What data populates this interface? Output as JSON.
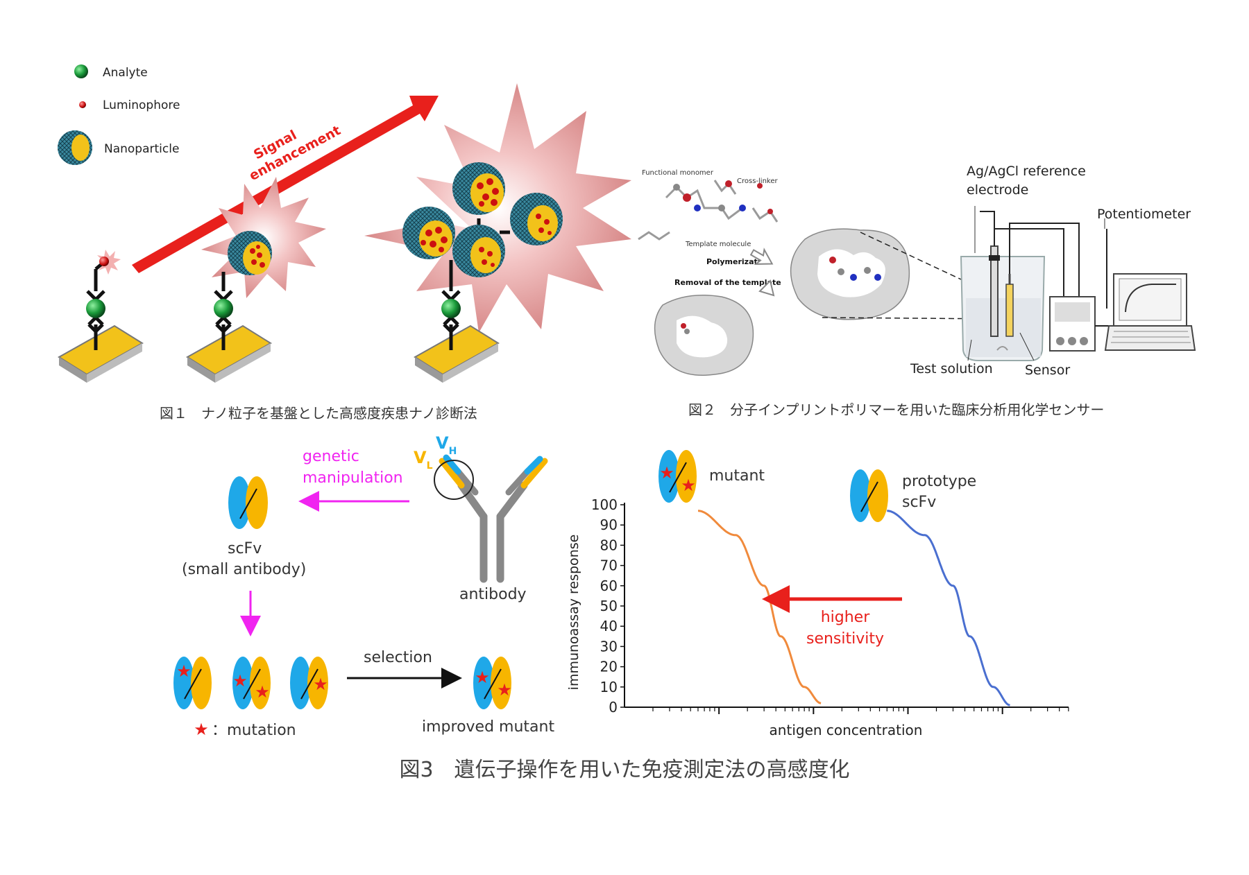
{
  "fig1": {
    "legend": [
      {
        "label": "Analyte",
        "icon": "green-sphere-icon"
      },
      {
        "label": "Luminophore",
        "icon": "red-dot-icon"
      },
      {
        "label": "Nanoparticle",
        "icon": "nanoparticle-icon"
      }
    ],
    "arrow_label_line1": "Signal",
    "arrow_label_line2": "enhancement",
    "caption": "図１　ナノ粒子を基盤とした高感度疾患ナノ診断法"
  },
  "fig2": {
    "functional_monomer": "Functional monomer",
    "cross_linker": "Cross-linker",
    "template_molecule": "Template molecule",
    "polymerization": "Polymerization",
    "removal": "Removal of the template",
    "reference_line1": "Ag/AgCl reference",
    "reference_line2": "electrode",
    "potentiometer": "Potentiometer",
    "test_solution": "Test solution",
    "sensor": "Sensor",
    "caption": "図２　分子インプリントポリマーを用いた臨床分析用化学センサー"
  },
  "fig3": {
    "vh": "V",
    "vh_sub": "H",
    "vl": "V",
    "vl_sub": "L",
    "genetic_line1": "genetic",
    "genetic_line2": "manipulation",
    "antibody": "antibody",
    "scfv_line1": "scFv",
    "scfv_line2": "(small antibody)",
    "mutation_key": "：mutation",
    "selection": "selection",
    "improved_mutant": "improved mutant",
    "mutant": "mutant",
    "prototype_line1": "prototype",
    "prototype_line2": "scFv",
    "higher_line1": "higher",
    "higher_line2": "sensitivity",
    "ylabel": "immunoassay response",
    "xlabel": "antigen concentration",
    "yticks": [
      "100",
      "90",
      "80",
      "70",
      "60",
      "50",
      "40",
      "30",
      "20",
      "10",
      "0"
    ],
    "caption": "図3　遺伝子操作を用いた免疫測定法の高感度化",
    "colors": {
      "blue": "#1fa8e8",
      "yellow": "#f7b500",
      "magenta": "#f024f0",
      "red": "#e8201c",
      "orange": "#f08a3c",
      "curve_blue": "#4a6fd0"
    }
  },
  "chart_data": {
    "type": "line",
    "xlabel": "antigen concentration",
    "ylabel": "immunoassay response",
    "ylim": [
      0,
      100
    ],
    "xscale": "log",
    "series": [
      {
        "name": "mutant",
        "points": [
          [
            0.6,
            97
          ],
          [
            1.5,
            85
          ],
          [
            3,
            60
          ],
          [
            4.5,
            35
          ],
          [
            8,
            10
          ],
          [
            12,
            2
          ]
        ]
      },
      {
        "name": "prototype scFv",
        "points": [
          [
            60,
            97
          ],
          [
            150,
            85
          ],
          [
            300,
            60
          ],
          [
            450,
            35
          ],
          [
            800,
            10
          ],
          [
            1200,
            1
          ]
        ]
      }
    ]
  }
}
